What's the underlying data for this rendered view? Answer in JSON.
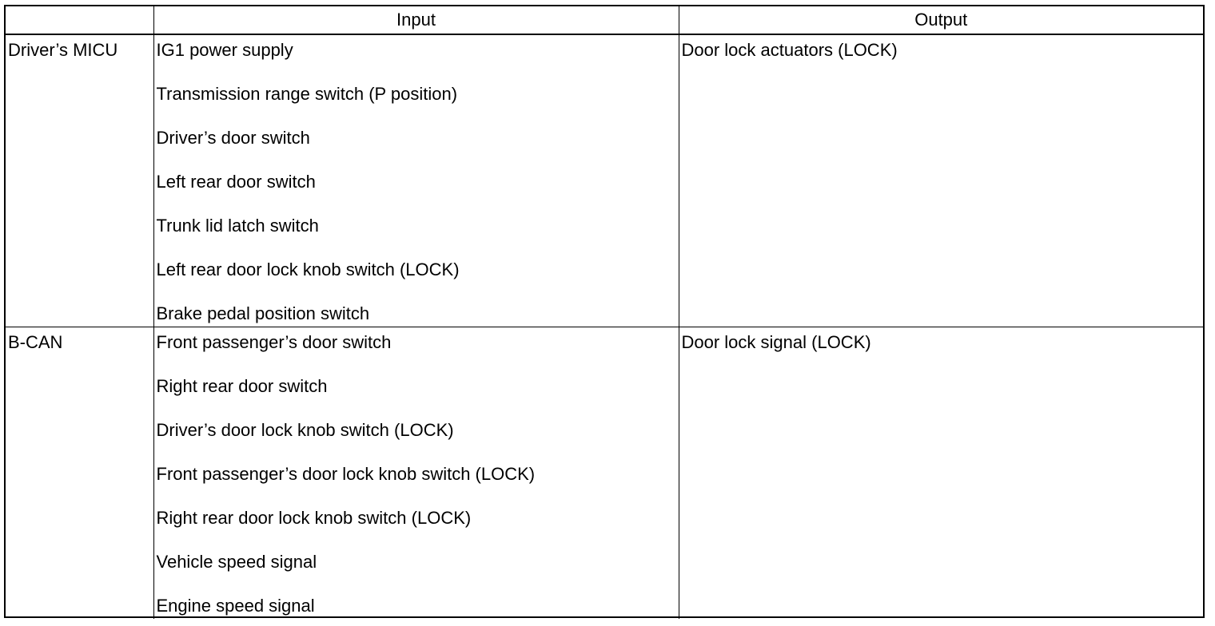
{
  "table": {
    "headers": [
      "",
      "Input",
      "Output"
    ],
    "rows": [
      {
        "source": "Driver’s MICU",
        "inputs": [
          "IG1 power supply",
          "Transmission range switch (P position)",
          "Driver’s door switch",
          "Left rear door switch",
          "Trunk lid latch switch",
          "Left rear door lock knob switch (LOCK)",
          "Brake pedal position switch"
        ],
        "output": "Door lock actuators (LOCK)"
      },
      {
        "source": "B-CAN",
        "inputs": [
          "Front passenger’s door switch",
          "Right rear door switch",
          "Driver’s door lock knob switch (LOCK)",
          "Front passenger’s door lock knob switch (LOCK)",
          "Right rear door lock knob switch (LOCK)",
          "Vehicle speed signal",
          "Engine speed signal"
        ],
        "output": "Door lock signal (LOCK)"
      }
    ]
  }
}
